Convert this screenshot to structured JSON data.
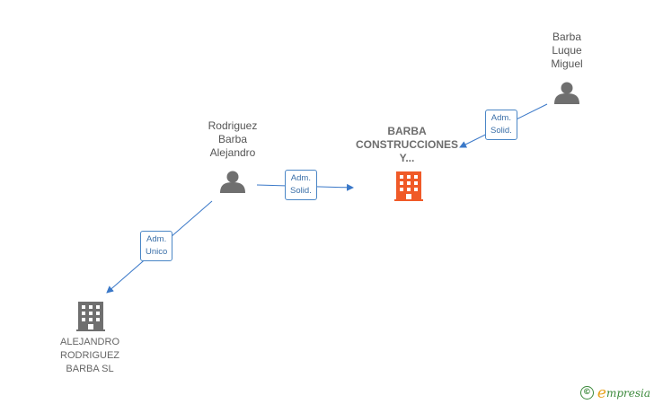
{
  "colors": {
    "edge": "#3a78c8",
    "person_icon": "#6f6f6f",
    "company_icon": "#6f6f6f",
    "company_highlight_icon": "#f05a28"
  },
  "nodes": {
    "person_barba_luque": {
      "lines": [
        "Barba",
        "Luque",
        "Miguel"
      ],
      "icon": "person-icon"
    },
    "person_rodriguez_barba": {
      "lines": [
        "Rodriguez",
        "Barba",
        "Alejandro"
      ],
      "icon": "person-icon"
    },
    "company_barba_construcciones": {
      "lines": [
        "BARBA",
        "CONSTRUCCIONES",
        "Y..."
      ],
      "icon": "building-icon"
    },
    "company_alejandro_rodriguez": {
      "lines": [
        "ALEJANDRO",
        "RODRIGUEZ",
        "BARBA  SL"
      ],
      "icon": "building-icon"
    }
  },
  "edges": [
    {
      "from": "person_barba_luque",
      "to": "company_barba_construcciones",
      "label": [
        "Adm.",
        "Solid."
      ]
    },
    {
      "from": "person_rodriguez_barba",
      "to": "company_barba_construcciones",
      "label": [
        "Adm.",
        "Solid."
      ]
    },
    {
      "from": "person_rodriguez_barba",
      "to": "company_alejandro_rodriguez",
      "label": [
        "Adm.",
        "Unico"
      ]
    }
  ],
  "brand": {
    "copyright": "©",
    "initial": "e",
    "name": "mpresia"
  }
}
